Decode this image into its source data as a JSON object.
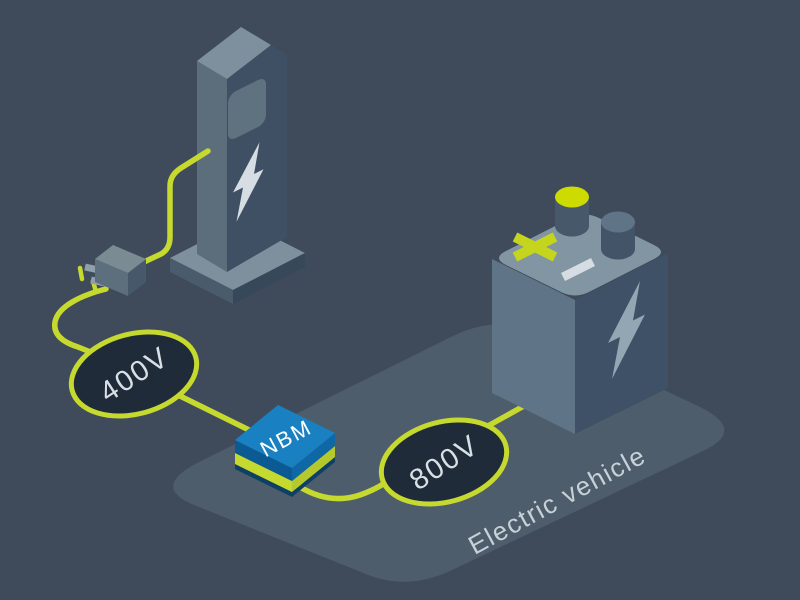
{
  "labels": {
    "station_voltage": "400V",
    "battery_voltage": "800V",
    "converter": "NBM",
    "vehicle": "Electric vehicle"
  },
  "colors": {
    "bg": "#3F4B5B",
    "platform": "#4E5D6B",
    "cable": "#C6D92E",
    "badge_fill": "#1F2B39",
    "badge_ring": "#C6D92E",
    "badge_text": "#D9E0E5",
    "nbm_top": "#1981C2",
    "nbm_left": "#0C5A94",
    "nbm_right": "#0F68A6",
    "nbm_base_left": "#C6D92E",
    "nbm_base_right": "#B5C92C",
    "nbm_shadow": "#0E4066",
    "nbm_text": "#FFFFFF",
    "station_top": "#7E909D",
    "station_side": "#5C6D7C",
    "station_front": "#3F5064",
    "station_screen": "#5E7280",
    "station_bolt": "#D6DEE3",
    "base_top": "#7E909D",
    "base_front": "#4A5B6B",
    "base_side": "#37485A",
    "plug_top": "#7A8B93",
    "plug_front": "#5D6E7C",
    "plug_side": "#46586A",
    "plug_prong": "#8FA0AA",
    "battery_top": "#8295A2",
    "battery_left": "#5F7486",
    "battery_right": "#3E5166",
    "battery_bolt": "#93A6B3",
    "terminal_side": "#46586A",
    "terminal_side_dark": "#435468",
    "terminal_positive": "#CEDB00",
    "terminal_negative_top": "#5F7486",
    "plus_sign": "#C5D51E",
    "minus_sign": "#D5DDE2",
    "vehicle_text": "#C7D1D8"
  }
}
